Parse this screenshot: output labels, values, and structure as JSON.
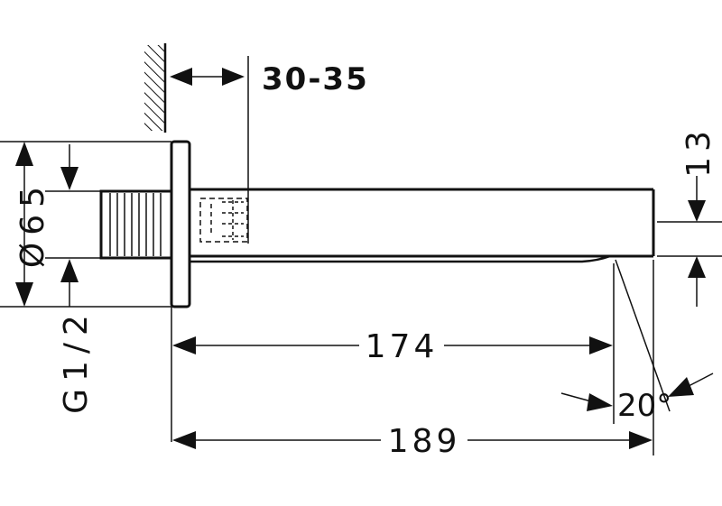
{
  "dimensions": {
    "wall_offset": "30-35",
    "flange_diameter": "Ø65",
    "thread": "G1/2",
    "spout_height": "13",
    "projection": "174",
    "total_length": "189",
    "angle": "20°"
  },
  "colors": {
    "line": "#111111",
    "background": "#ffffff"
  }
}
